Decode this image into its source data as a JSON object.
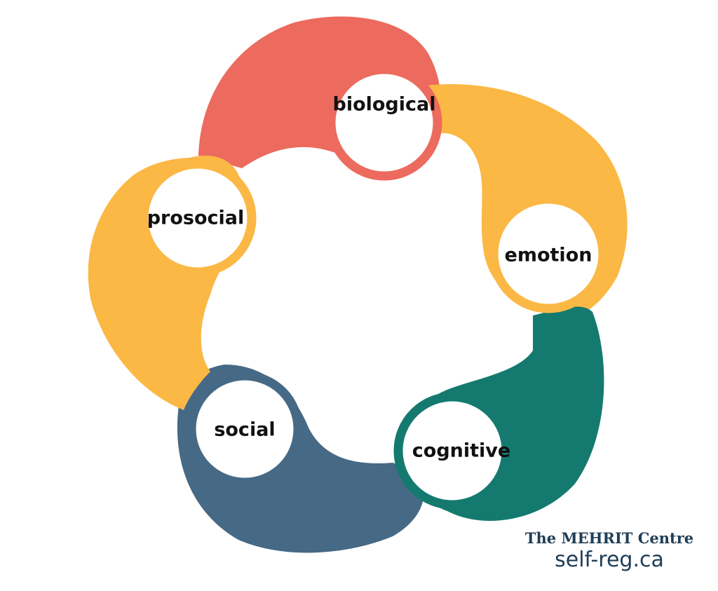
{
  "diagram": {
    "nodes": [
      {
        "id": "biological",
        "label": "biological",
        "color": "#ec6a5e"
      },
      {
        "id": "emotion",
        "label": "emotion",
        "color": "#fbb845"
      },
      {
        "id": "cognitive",
        "label": "cognitive",
        "color": "#147a6f"
      },
      {
        "id": "social",
        "label": "social",
        "color": "#466985"
      },
      {
        "id": "prosocial",
        "label": "prosocial",
        "color": "#fbb845"
      }
    ]
  },
  "credit": {
    "organization": "The MEHRIT Centre",
    "website": "self-reg.ca"
  }
}
